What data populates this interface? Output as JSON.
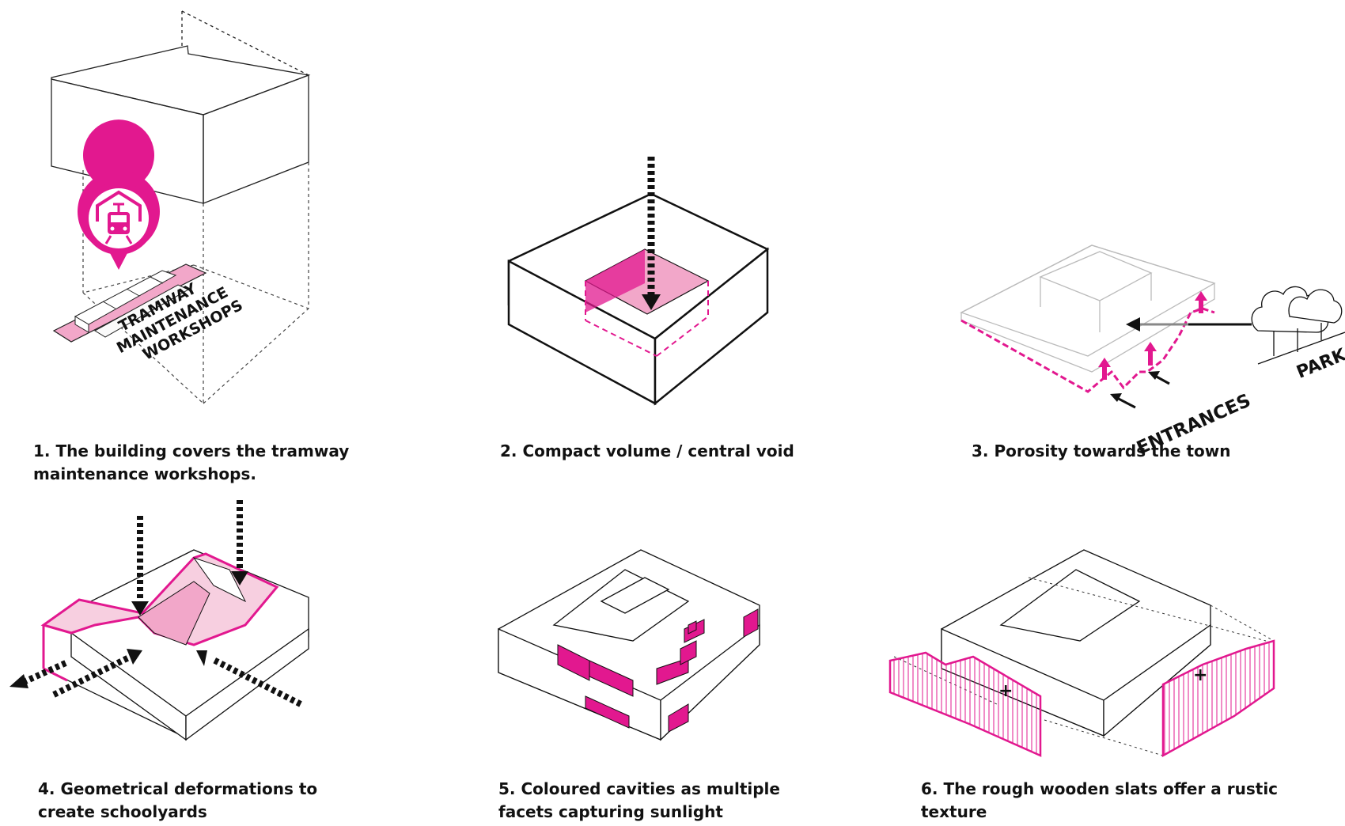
{
  "colors": {
    "accent": "#e2188f",
    "accent_light": "#f2a7c9",
    "accent_pale": "#f7cfe0",
    "ink": "#111111",
    "ghost": "#bbbbbb"
  },
  "icons": {
    "panel1": "tram-depot-map-pin-icon",
    "panel3": "tree-icon"
  },
  "panels": [
    {
      "id": 1,
      "caption_lines": [
        "1. The building covers the tramway",
        "maintenance workshops."
      ],
      "labels": [
        "TRAMWAY",
        "MAINTENANCE",
        "WORKSHOPS"
      ]
    },
    {
      "id": 2,
      "caption_lines": [
        "2. Compact volume / central void"
      ],
      "labels": []
    },
    {
      "id": 3,
      "caption_lines": [
        "3. Porosity towards the town"
      ],
      "labels": [
        "PARK",
        "ENTRANCES"
      ]
    },
    {
      "id": 4,
      "caption_lines": [
        "4. Geometrical deformations to",
        "create schoolyards"
      ],
      "labels": []
    },
    {
      "id": 5,
      "caption_lines": [
        "5. Coloured cavities as multiple",
        "facets capturing sunlight"
      ],
      "labels": []
    },
    {
      "id": 6,
      "caption_lines": [
        "6. The rough wooden slats offer a rustic",
        "texture"
      ],
      "labels": [
        "+",
        "+"
      ]
    }
  ]
}
